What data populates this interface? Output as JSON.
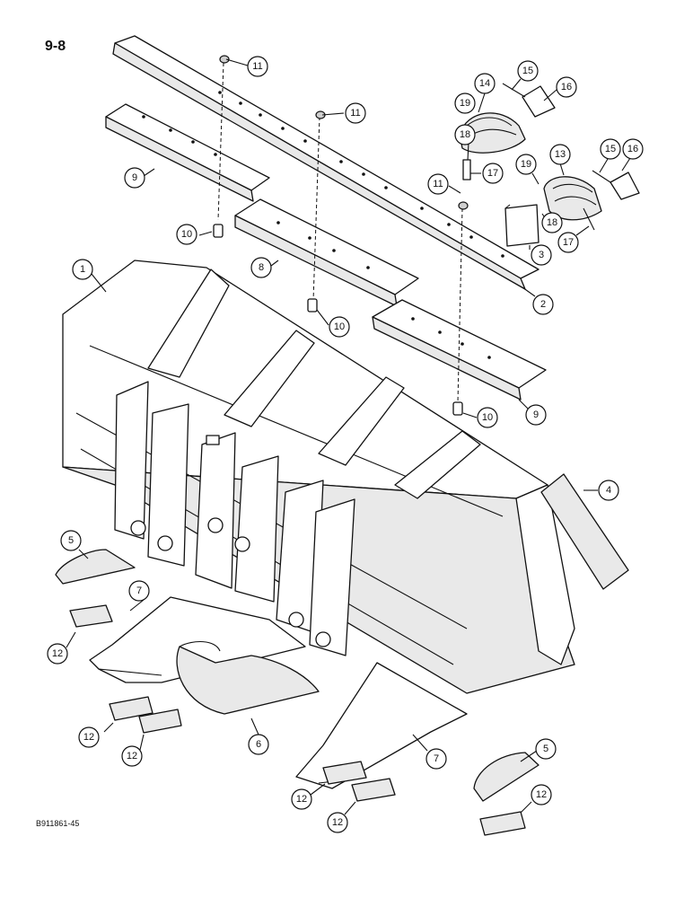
{
  "page": {
    "label": "9-8",
    "footer_code": "B911861-45"
  },
  "callouts": [
    {
      "id": "c11a",
      "number": "11"
    },
    {
      "id": "c11b",
      "number": "11"
    },
    {
      "id": "c11c",
      "number": "11"
    },
    {
      "id": "c14",
      "number": "14"
    },
    {
      "id": "c15a",
      "number": "15"
    },
    {
      "id": "c16a",
      "number": "16"
    },
    {
      "id": "c19a",
      "number": "19"
    },
    {
      "id": "c18a",
      "number": "18"
    },
    {
      "id": "c17a",
      "number": "17"
    },
    {
      "id": "c13",
      "number": "13"
    },
    {
      "id": "c15b",
      "number": "15"
    },
    {
      "id": "c16b",
      "number": "16"
    },
    {
      "id": "c19b",
      "number": "19"
    },
    {
      "id": "c18b",
      "number": "18"
    },
    {
      "id": "c17b",
      "number": "17"
    },
    {
      "id": "c9a",
      "number": "9"
    },
    {
      "id": "c10a",
      "number": "10"
    },
    {
      "id": "c8",
      "number": "8"
    },
    {
      "id": "c3",
      "number": "3"
    },
    {
      "id": "c2",
      "number": "2"
    },
    {
      "id": "c1",
      "number": "1"
    },
    {
      "id": "c10b",
      "number": "10"
    },
    {
      "id": "c9b",
      "number": "9"
    },
    {
      "id": "c10c",
      "number": "10"
    },
    {
      "id": "c4",
      "number": "4"
    },
    {
      "id": "c5a",
      "number": "5"
    },
    {
      "id": "c7a",
      "number": "7"
    },
    {
      "id": "c12a",
      "number": "12"
    },
    {
      "id": "c12b",
      "number": "12"
    },
    {
      "id": "c12c",
      "number": "12"
    },
    {
      "id": "c6",
      "number": "6"
    },
    {
      "id": "c7b",
      "number": "7"
    },
    {
      "id": "c5b",
      "number": "5"
    },
    {
      "id": "c12d",
      "number": "12"
    },
    {
      "id": "c12e",
      "number": "12"
    },
    {
      "id": "c12f",
      "number": "12"
    }
  ]
}
